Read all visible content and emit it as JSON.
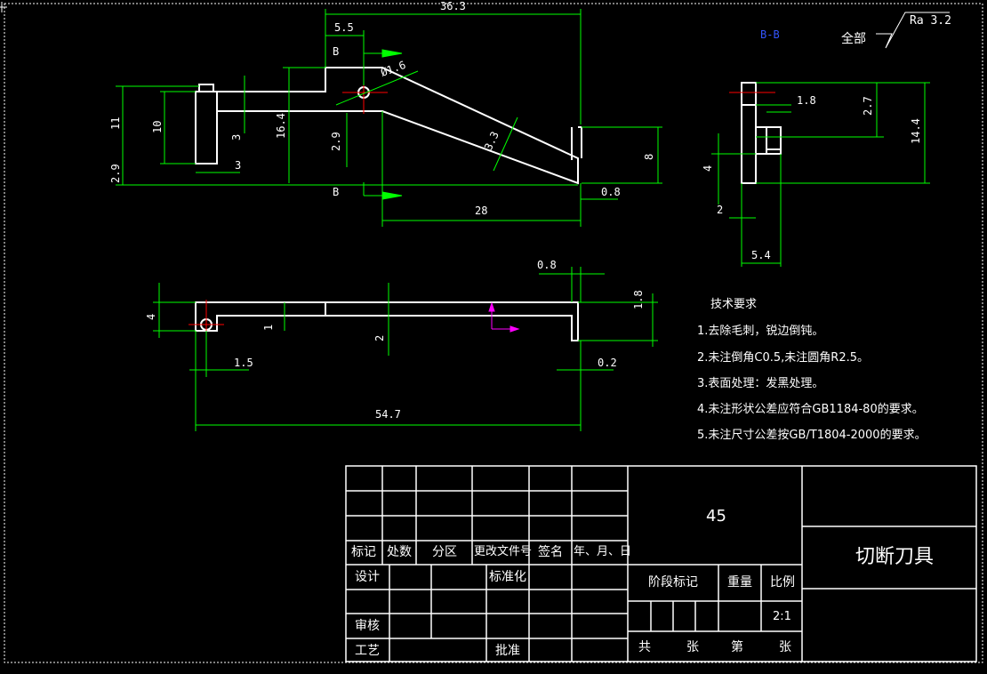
{
  "colors": {
    "background": "#000000",
    "outline": "#ffffff",
    "dimension": "#00ff00",
    "centerline": "#ff0000",
    "axis_marker": "#ff00ff",
    "marker_blue": "#3355ff"
  },
  "dimensions": {
    "top_36_3": "36.3",
    "top_5_5": "5.5",
    "hole_01_6": "Ø1.6",
    "h_11": "11",
    "h_10": "10",
    "h_3_left": "3",
    "h_16_4": "16.4",
    "h_2_9_mid": "2.9",
    "h_3_bottom": "3",
    "h_2_9_left": "2.9",
    "slope_3_3": "3.3",
    "h_8": "8",
    "w_0_8_right": "0.8",
    "w_28": "28",
    "section_B_top": "B",
    "section_B_bottom": "B",
    "side_1_8": "1.8",
    "side_2_7": "2.7",
    "side_14_4": "14.4",
    "side_4": "4",
    "side_2": "2",
    "side_5_4": "5.4",
    "bot_0_8": "0.8",
    "bot_1_8": "1.8",
    "bot_4": "4",
    "bot_1": "1",
    "bot_2": "2",
    "bot_1_5": "1.5",
    "bot_0_2": "0.2",
    "bot_54_7": "54.7",
    "side_mark": "B-B"
  },
  "roughness": {
    "prefix": "全部",
    "value": "Ra 3.2"
  },
  "tech_notes": {
    "title": "技术要求",
    "items": [
      "1.去除毛刺，锐边倒钝。",
      "2.未注倒角C0.5,未注圆角R2.5。",
      "3.表面处理：发黑处理。",
      "4.未注形状公差应符合GB1184-80的要求。",
      "5.未注尺寸公差按GB/T1804-2000的要求。"
    ]
  },
  "title_block": {
    "revision_headers": [
      "标记",
      "处数",
      "分区",
      "更改文件号",
      "签名",
      "年、月、日"
    ],
    "design": "设计",
    "standardization": "标准化",
    "review": "审核",
    "process": "工艺",
    "approve": "批准",
    "material": "45",
    "stage_mark": "阶段标记",
    "weight": "重量",
    "scale_label": "比例",
    "scale_value": "2:1",
    "total_label": "共",
    "sheet_unit": "张",
    "page_label": "第",
    "page_unit": "张",
    "part_name": "切断刀具"
  }
}
